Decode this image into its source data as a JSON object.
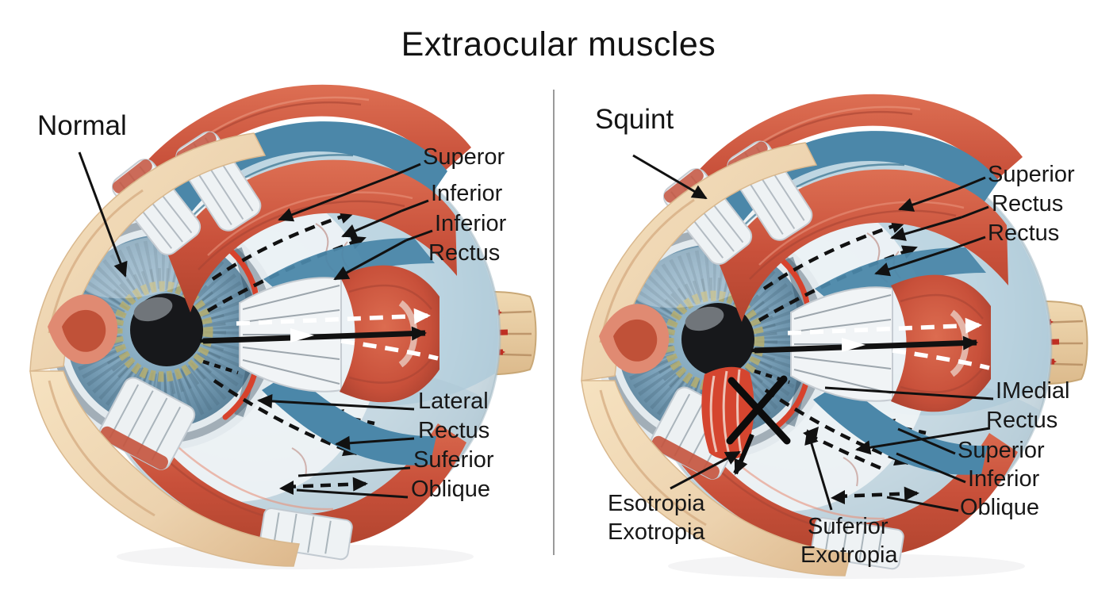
{
  "title": "Extraocular muscles",
  "panels": {
    "normal": {
      "heading": "Normal",
      "labels": {
        "superor": "Superor",
        "inferior_1": "Inferior",
        "inferior_2": "Inferior",
        "rectus_1": "Rectus",
        "lateral": "Lateral",
        "rectus_2": "Rectus",
        "suferior": "Suferior",
        "oblique": "Oblique"
      }
    },
    "squint": {
      "heading": "Squint",
      "labels": {
        "superior_1": "Superior",
        "rectus_1": "Rectus",
        "rectus_2": "Rectus",
        "imedial": "IMedial",
        "rectus_3": "Rectus",
        "superior_2": "Superior",
        "inferior": "Inferior",
        "oblique": "Oblique",
        "esotropia": "Esotropia",
        "exotropia_1": "Exotropia",
        "suferior": "Suferior",
        "exotropia_2": "Exotropia"
      }
    }
  },
  "colors": {
    "muscle_red": "#c8503a",
    "muscle_blue": "#4b87a9",
    "sclera_blue": "#c5d7e0",
    "iris_blue": "#7da3bb",
    "pupil_black": "#17181b",
    "skin_tan": "#ecd2ae",
    "lacrimal_red": "#c05138",
    "arrow_black": "#111111",
    "arrow_red": "#bf2f23",
    "divider_gray": "#9a9a9a"
  }
}
